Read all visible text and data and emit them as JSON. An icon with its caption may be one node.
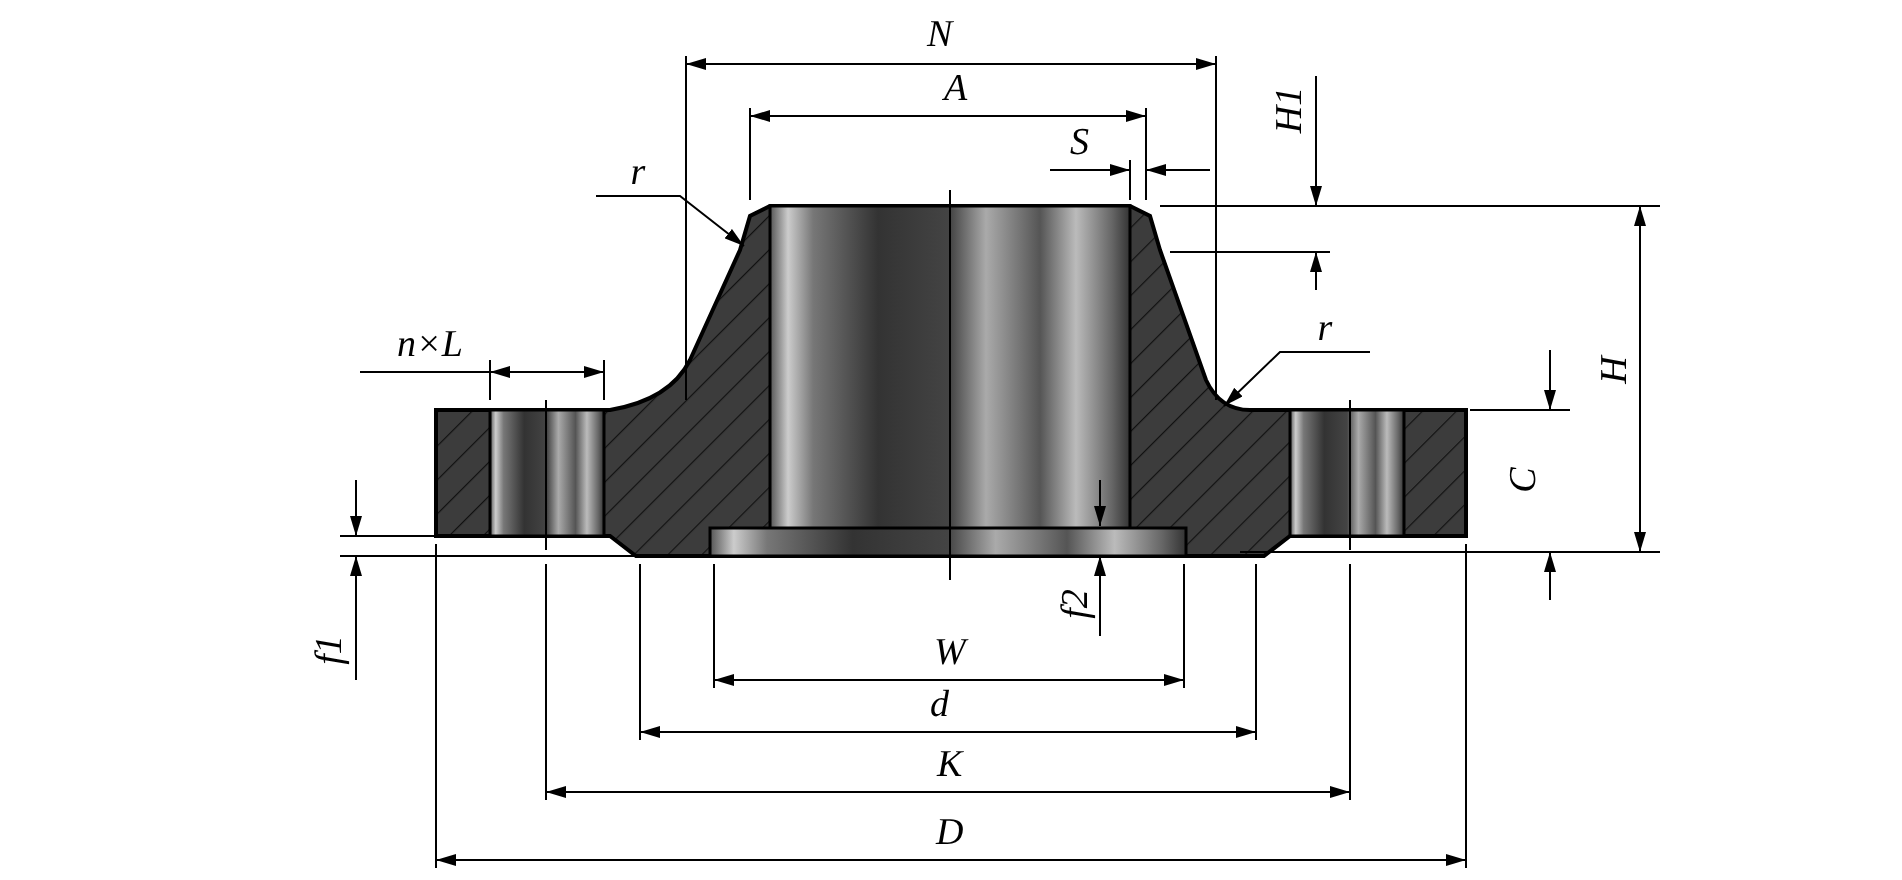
{
  "diagram": {
    "nodes": [
      {
        "text": [
          "r"
        ]
      },
      {
        "text": [
          "r"
        ]
      }
    ],
    "edges": [
      {
        "from": 0,
        "to": null,
        "arrow": "to"
      },
      {
        "from": 1,
        "to": null,
        "arrow": "to"
      }
    ],
    "labels": [
      "N",
      "A",
      "S",
      "H1",
      "n×L",
      "H",
      "C",
      "f1",
      "f2",
      "W",
      "d",
      "K",
      "D"
    ]
  }
}
